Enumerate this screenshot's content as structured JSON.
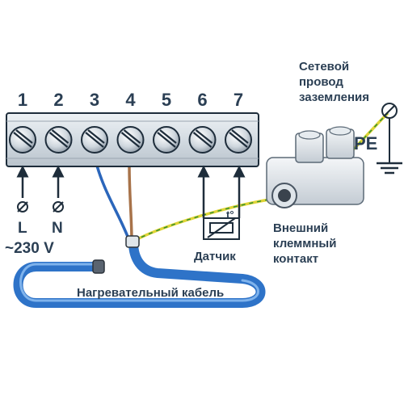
{
  "terminal_block": {
    "numbers": [
      "1",
      "2",
      "3",
      "4",
      "5",
      "6",
      "7"
    ]
  },
  "power": {
    "phase": "L",
    "neutral": "N",
    "voltage": "~230 V"
  },
  "labels": {
    "ground_wire": [
      "Сетевой",
      "провод",
      "заземления"
    ],
    "pe": "PE",
    "sensor": "Датчик",
    "sensor_symbol": "t°",
    "external_contact": [
      "Внешний",
      "клеммный",
      "контакт"
    ],
    "heating_cable": "Нагревательный кабель"
  },
  "colors": {
    "terminal_fill": "#d6dde3",
    "terminal_stroke": "#1e2d3b",
    "heating_cable": "#2e73c8",
    "wire_blue": "#2b66bb",
    "wire_brown": "#a8734a",
    "wire_ground_yellow": "#e0d437",
    "wire_ground_green": "#2f8f2f",
    "text": "#2b3f54"
  }
}
